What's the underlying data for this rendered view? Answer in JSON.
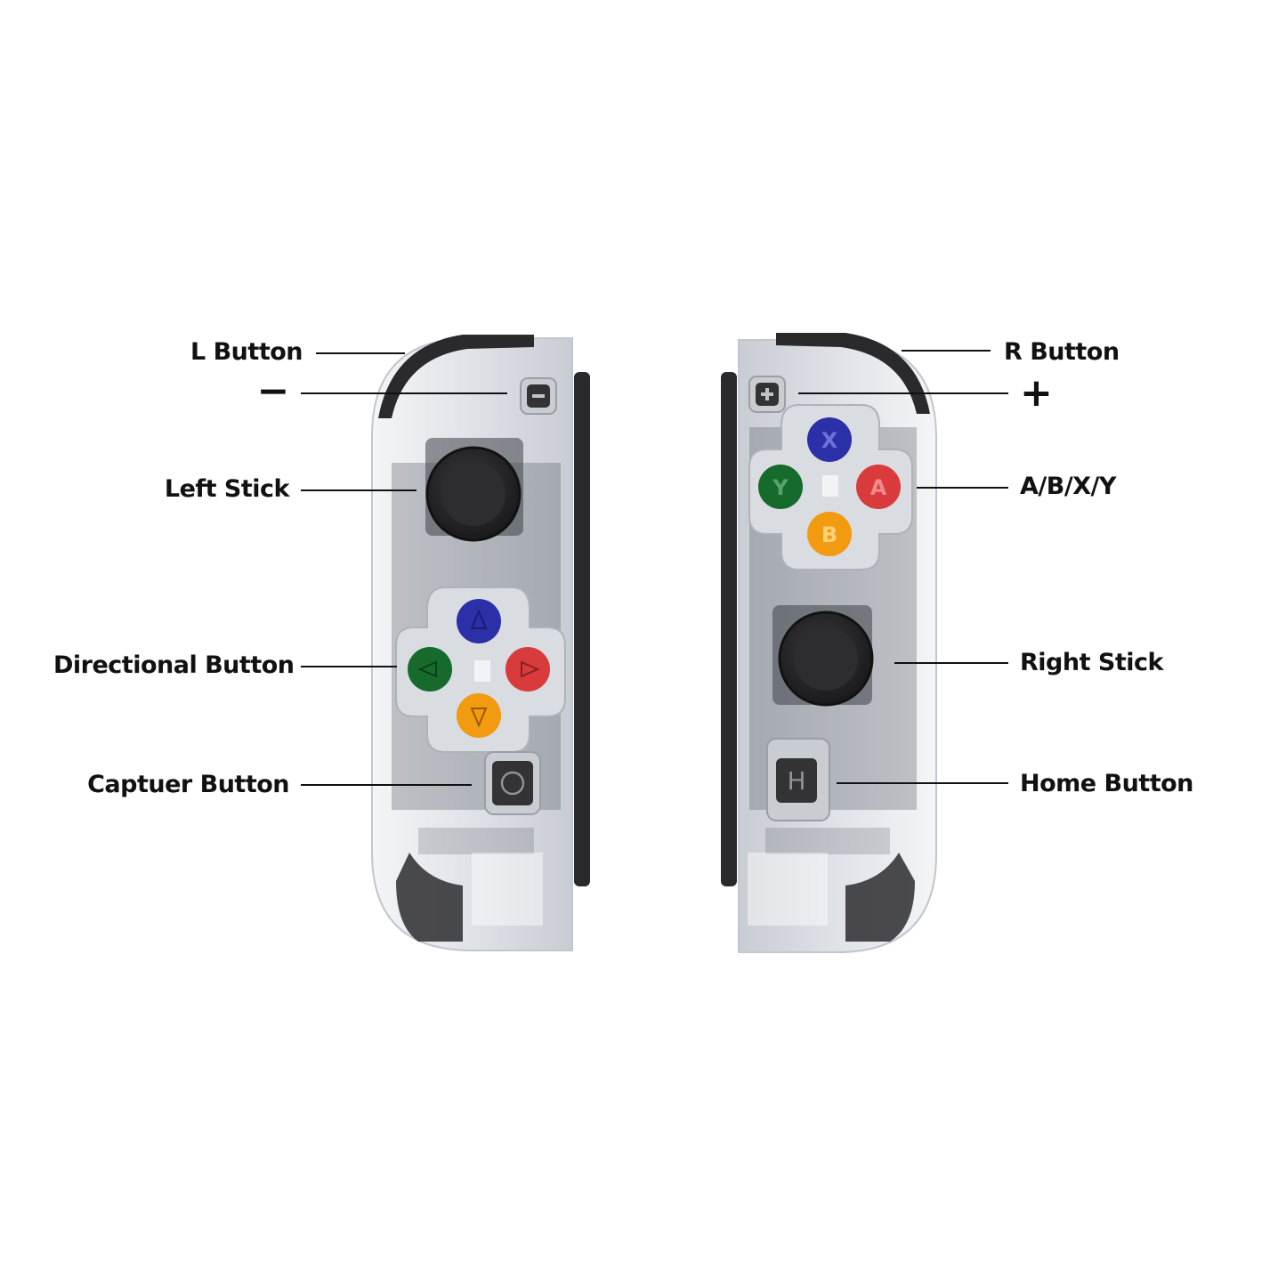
{
  "labels": {
    "l_button": "L Button",
    "minus": "−",
    "left_stick": "Left Stick",
    "directional_button": "Directional Button",
    "capture_button": "Captuer Button",
    "r_button": "R Button",
    "plus": "+",
    "abxy": "A/B/X/Y",
    "right_stick": "Right Stick",
    "home_button": "Home Button"
  },
  "buttons": {
    "x": "X",
    "a": "A",
    "b": "B",
    "y": "Y",
    "home": "H"
  },
  "colors": {
    "blue": "#2b2fa8",
    "red": "#d93a3c",
    "green": "#166a2c",
    "orange": "#f29a10",
    "shell": "#e6e8ec",
    "rail": "#2a2a2c",
    "stick": "#262628"
  },
  "icons": {
    "dpad_up": "triangle-up-icon",
    "dpad_left": "triangle-left-icon",
    "dpad_right": "triangle-right-icon",
    "dpad_down": "triangle-down-icon"
  }
}
